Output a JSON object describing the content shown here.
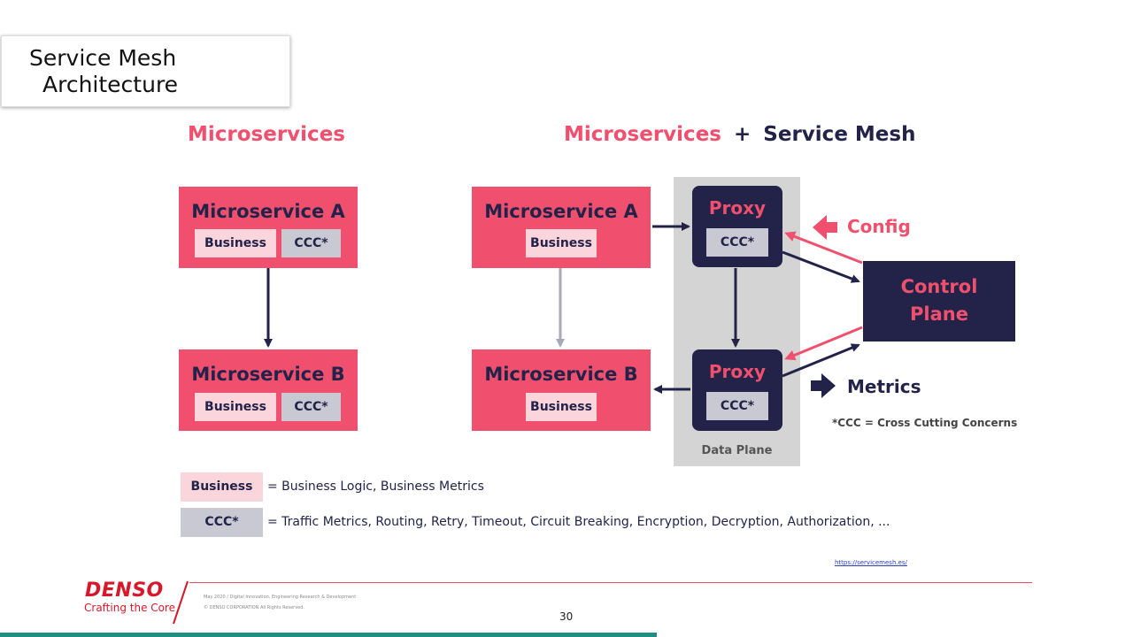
{
  "slide_title": {
    "line1": "Service Mesh",
    "line2": "Architecture"
  },
  "headings": {
    "left": "Microservices",
    "right_part1": "Microservices",
    "right_plus": "+",
    "right_part2": "Service Mesh"
  },
  "left_diagram": {
    "service_a": {
      "name": "Microservice A",
      "business": "Business",
      "ccc": "CCC*"
    },
    "service_b": {
      "name": "Microservice B",
      "business": "Business",
      "ccc": "CCC*"
    }
  },
  "right_diagram": {
    "service_a": {
      "name": "Microservice A",
      "business": "Business"
    },
    "service_b": {
      "name": "Microservice B",
      "business": "Business"
    },
    "proxy_top": {
      "name": "Proxy",
      "ccc": "CCC*"
    },
    "proxy_bottom": {
      "name": "Proxy",
      "ccc": "CCC*"
    },
    "data_plane": "Data Plane",
    "control_plane": {
      "line1": "Control",
      "line2": "Plane"
    },
    "config_label": "Config",
    "metrics_label": "Metrics",
    "footnote": "*CCC = Cross Cutting Concerns"
  },
  "legend": {
    "business_chip": "Business",
    "business_text": "= Business Logic, Business Metrics",
    "ccc_chip": "CCC*",
    "ccc_text": "= Traffic Metrics, Routing, Retry, Timeout, Circuit Breaking, Encryption, Decryption, Authorization, ..."
  },
  "source_link": "https://servicemesh.es/",
  "footer": {
    "brand": "DENSO",
    "tagline": "Crafting the Core",
    "event_line": "May 2020 / Digital Innovation, Engineering Research & Development",
    "copyright": "© DENSO CORPORATION All Rights Reserved.",
    "page_number": "30"
  },
  "colors": {
    "pink": "#f0506e",
    "navy": "#23234a",
    "light_pink": "#fbd5dc",
    "gray": "#c9c9d3",
    "data_plane": "#d4d4d4"
  }
}
